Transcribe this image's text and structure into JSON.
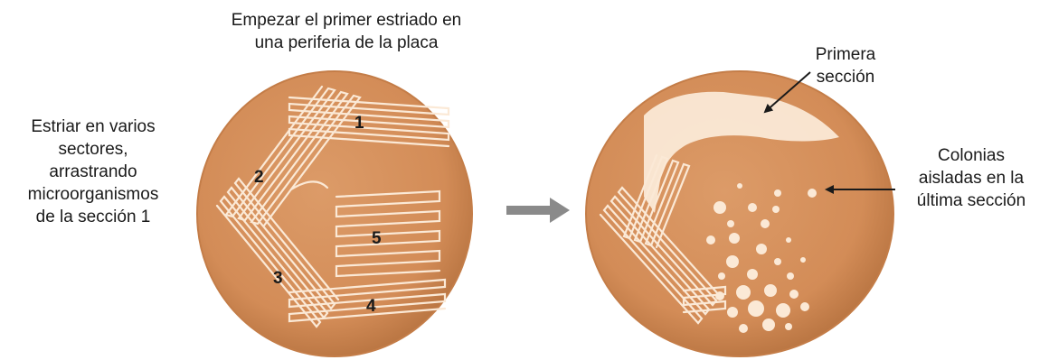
{
  "captions": {
    "top": [
      "Empezar el primer estriado en",
      "una periferia de la placa"
    ],
    "left": [
      "Estriar en varios",
      "sectores,",
      "arrastrando",
      "microorganismos",
      "de la sección 1"
    ],
    "right_first": [
      "Primera",
      "sección"
    ],
    "right_colonies": [
      "Colonias",
      "aisladas en la",
      "última sección"
    ]
  },
  "section_numbers": [
    "1",
    "2",
    "3",
    "4",
    "5"
  ],
  "colors": {
    "agar": "#d7925f",
    "agar_edge": "#b87440",
    "streak": "#fbe9d6",
    "arrow_gray": "#8a8a8a",
    "pointer": "#1a1a1a"
  },
  "icons": {
    "process_arrow": "right-arrow-icon"
  }
}
